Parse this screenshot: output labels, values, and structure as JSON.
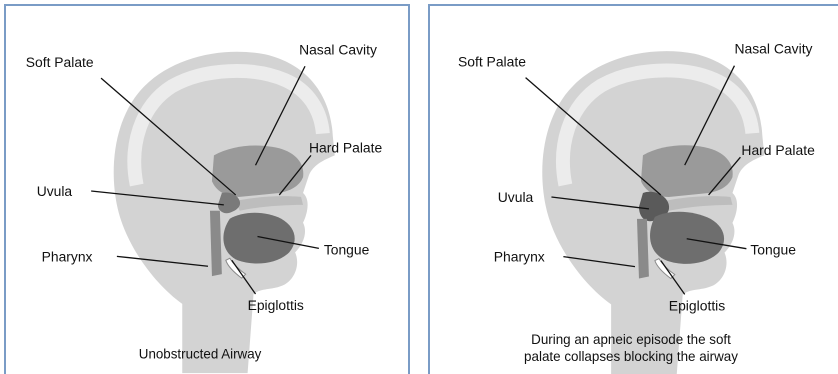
{
  "panels": [
    {
      "labels": {
        "soft_palate": "Soft Palate",
        "nasal_cavity": "Nasal Cavity",
        "hard_palate": "Hard Palate",
        "uvula": "Uvula",
        "tongue": "Tongue",
        "pharynx": "Pharynx",
        "epiglottis": "Epiglottis"
      },
      "caption": [
        "Unobstructed Airway"
      ]
    },
    {
      "labels": {
        "soft_palate": "Soft Palate",
        "nasal_cavity": "Nasal Cavity",
        "hard_palate": "Hard Palate",
        "uvula": "Uvula",
        "tongue": "Tongue",
        "pharynx": "Pharynx",
        "epiglottis": "Epiglottis"
      },
      "caption": [
        "During an apneic episode the soft",
        "palate collapses blocking the airway"
      ]
    }
  ],
  "colors": {
    "border": "#7a9cc6",
    "head_fill": "#d3d3d3",
    "skull_outline": "#c4c4c4",
    "nasal_fill": "#9a9a9a",
    "tongue_fill": "#6e6e6e",
    "soft_palate_fill": "#7a7a7a",
    "leader_line": "#111111"
  }
}
